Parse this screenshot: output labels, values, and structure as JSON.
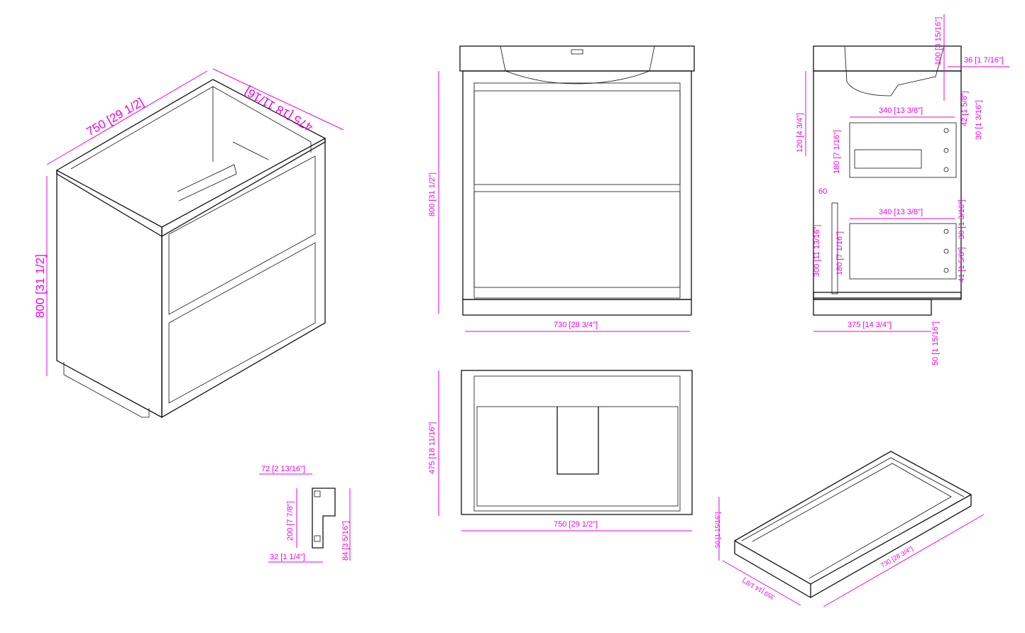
{
  "colors": {
    "dimension": "#ee00ee",
    "line": "#111111",
    "background": "#ffffff"
  },
  "iso_view": {
    "width": "750 [29 1/2]",
    "depth": "475 [18 11/16]",
    "height": "800 [31 1/2]"
  },
  "front_view": {
    "height": "800 [31 1/2\"]",
    "width": "730 [28 3/4\"]"
  },
  "top_view": {
    "depth": "475 [18 11/16\"]",
    "width": "750 [29 1/2\"]"
  },
  "side_section": {
    "basin_depth": "100 [3 15/16\"]",
    "top_overhang": "36 [1 7/16\"]",
    "top_rail": "120 [4 3/4\"]",
    "gap_top_a": "42 [1 5/8\"]",
    "gap_top_b": "30 [1 3/16\"]",
    "drawer_depth_top": "340 [13 3/8\"]",
    "drawer_height_top": "180 [7 1/16\"]",
    "rail_offset": "60",
    "drawer_depth_bottom": "340 [13 3/8\"]",
    "gap_mid": "30 [1 3/16\"]",
    "gap_bottom": "41 [1 5/8\"]",
    "lower_height": "300 [11 13/16\"]",
    "drawer_height_bottom": "180 [7 1/16\"]",
    "base_depth": "375 [14 3/4\"]",
    "plinth_height": "50 [1 15/16\"]"
  },
  "bracket": {
    "width": "72 [2 13/16\"]",
    "height": "200 [7 7/8\"]",
    "thickness": "32 [1 1/4\"]",
    "offset": "84 [3 5/16\"]"
  },
  "plinth_iso": {
    "height": "50 [1 15/16\"]",
    "depth": "359 [14 1/8\"]",
    "length": "730 [28 3/4\"]"
  }
}
